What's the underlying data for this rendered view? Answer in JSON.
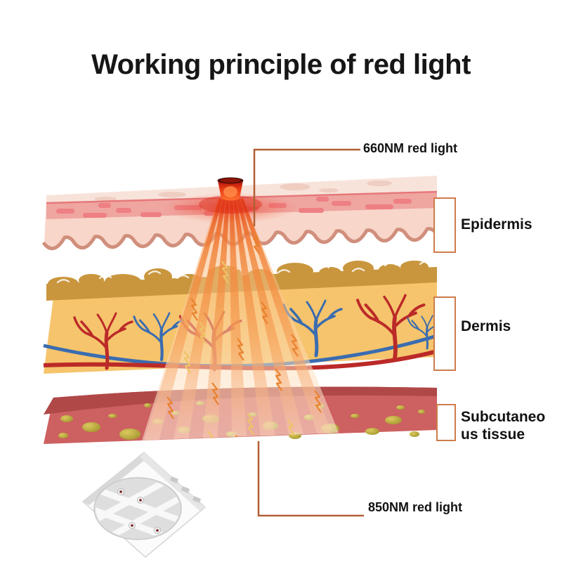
{
  "title": "Working principle of red light",
  "labels": {
    "light_660": "660NM red light",
    "light_850": "850NM red light"
  },
  "layers": [
    {
      "label_lines": [
        "Epidermis"
      ]
    },
    {
      "label_lines": [
        "Dermis"
      ]
    },
    {
      "label_lines": [
        "Subcutaneo",
        "us tissue"
      ]
    }
  ],
  "colors": {
    "background": "#ffffff",
    "title_text": "#161616",
    "leader_line": "#b45f35",
    "bracket_border": "#cf7c4a",
    "epidermis_top": "#f8e3da",
    "epidermis_band": "#efa5a0",
    "epidermis_cells": "#ee7d82",
    "epidermis_body": "#f8d6ca",
    "epidermis_wave_outline": "#d08f7c",
    "dermis_band": "#c9963e",
    "dermis_body": "#f6c46c",
    "vessel_red": "#bb2a28",
    "vessel_blue": "#3a6cb0",
    "subcutis_top": "#b04848",
    "subcutis_body": "#cd6060",
    "fat_blob": "#b5a832",
    "beam_orange": "#f39b42",
    "beam_zigzag": "#e8822f",
    "led_red": "#e03412",
    "device_gray": "#dedede"
  }
}
